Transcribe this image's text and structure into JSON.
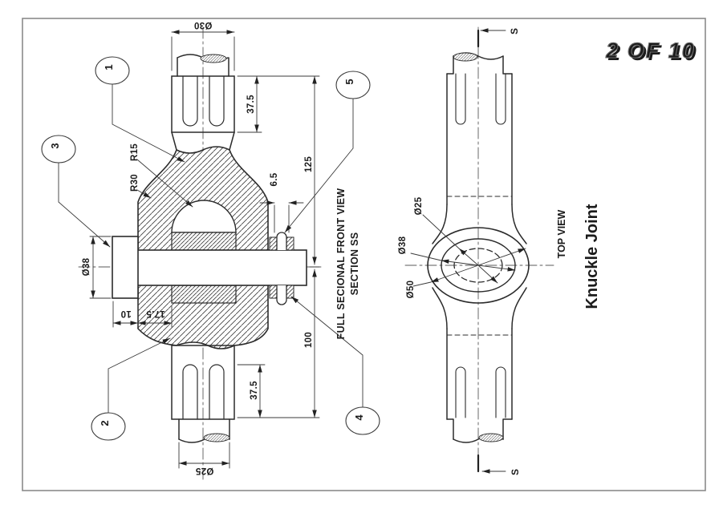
{
  "page": {
    "sheet_label": "2 OF 10",
    "drawing_title": "Knuckle Joint"
  },
  "front_view": {
    "caption_line1": "FULL SECIONAL FRONT VIEW",
    "caption_line2": "SECTION SS",
    "balloons": {
      "b1": "1",
      "b2": "2",
      "b3": "3",
      "b4": "4",
      "b5": "5"
    },
    "dims": {
      "top_diameter": "Ø30",
      "upper_block_height": "37.5",
      "upper_length": "125",
      "taper_pin_width": "6.5",
      "fillet_small": "R15",
      "fillet_large": "R30",
      "pin_head_diameter": "Ø38",
      "head_offset": "17.5",
      "head_width": "10",
      "lower_length": "100",
      "lower_block_height": "37.5",
      "bottom_diameter": "Ø25"
    }
  },
  "top_view": {
    "caption": "TOP VIEW",
    "dims": {
      "inner": "Ø25",
      "middle": "Ø38",
      "outer": "Ø50"
    },
    "section_marker_top": "S",
    "section_marker_bottom": "S"
  }
}
